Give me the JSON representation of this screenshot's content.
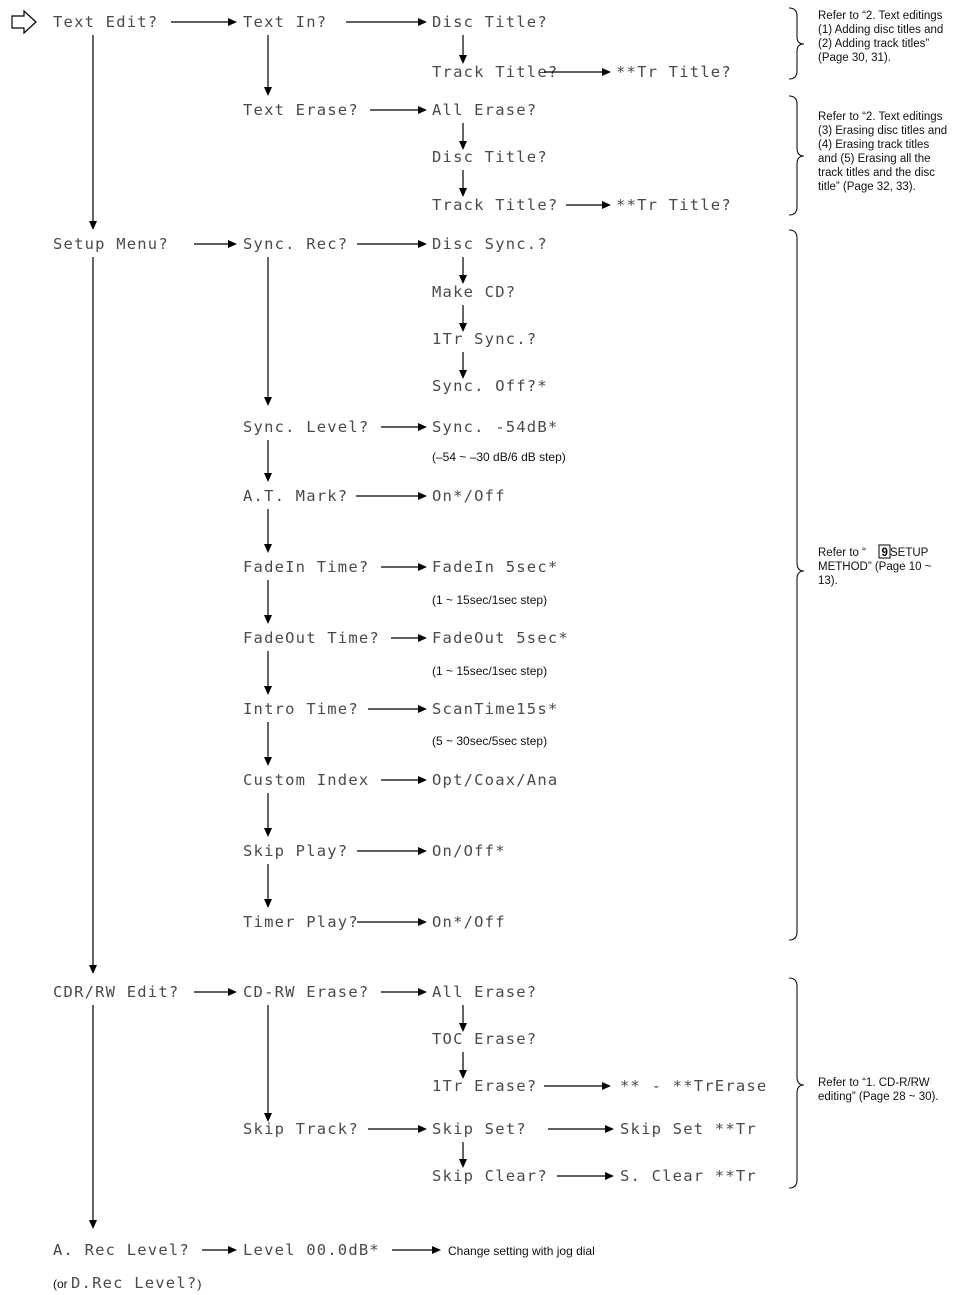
{
  "menu": {
    "text_edit": "Text Edit?",
    "text_in": "Text In?",
    "disc_title_1": "Disc Title?",
    "track_title_1": "Track Title?",
    "tr_title_1": "**Tr Title?",
    "text_erase": "Text Erase?",
    "all_erase_1": "All Erase?",
    "disc_title_2": "Disc Title?",
    "track_title_2": "Track Title?",
    "tr_title_2": "**Tr Title?",
    "setup_menu": "Setup Menu?",
    "sync_rec": "Sync. Rec?",
    "disc_sync": "Disc Sync.?",
    "make_cd": "Make CD?",
    "one_tr_sync": "1Tr Sync.?",
    "sync_off": "Sync. Off?*",
    "sync_level": "Sync. Level?",
    "sync_level_value": "Sync. -54dB*",
    "sync_level_range": "(–54 ~ –30 dB/6 dB step)",
    "at_mark": "A.T. Mark?",
    "at_mark_value": "On*/Off",
    "fadein_time": "FadeIn Time?",
    "fadein_value": "FadeIn 5sec*",
    "fadein_range": "(1 ~ 15sec/1sec step)",
    "fadeout_time": "FadeOut Time?",
    "fadeout_value": "FadeOut 5sec*",
    "fadeout_range": "(1 ~ 15sec/1sec step)",
    "intro_time": "Intro Time?",
    "intro_value": "ScanTime15s*",
    "intro_range": "(5 ~ 30sec/5sec step)",
    "custom_index": "Custom Index",
    "custom_index_value": "Opt/Coax/Ana",
    "skip_play": "Skip Play?",
    "skip_play_value": "On/Off*",
    "timer_play": "Timer Play?",
    "timer_play_value": "On*/Off",
    "cdrw_edit": "CDR/RW Edit?",
    "cdrw_erase": "CD-RW Erase?",
    "all_erase_2": "All Erase?",
    "toc_erase": "TOC Erase?",
    "one_tr_erase": "1Tr Erase?",
    "tr_erase_value": "** - **TrErase",
    "skip_track": "Skip Track?",
    "skip_set": "Skip Set?",
    "skip_set_value": "Skip Set **Tr",
    "skip_clear": "Skip Clear?",
    "skip_clear_value": "S. Clear **Tr",
    "rec_level": "A. Rec Level?",
    "rec_level_value": "Level 00.0dB*",
    "rec_level_note": "Change setting with jog dial",
    "rec_level_alt_prefix": "(or ",
    "rec_level_alt": "D.Rec Level?",
    "rec_level_alt_suffix": ")"
  },
  "notes": {
    "text_in": [
      "Refer to “2. Text editings",
      "(1) Adding disc titles and",
      "(2) Adding track titles”",
      "(Page 30, 31)."
    ],
    "text_erase": [
      "Refer to “2. Text editings",
      "(3) Erasing disc titles and",
      "(4) Erasing track titles",
      "and (5) Erasing all the",
      "track titles and the disc",
      "title” (Page 32, 33)."
    ],
    "setup_prefix": "Refer to “",
    "setup_num": "9",
    "setup_suffix": " SETUP",
    "setup_lines": [
      "METHOD” (Page 10 ~",
      "13)."
    ],
    "cdrw": [
      "Refer to “1. CD-R/RW",
      "editing” (Page 28 ~ 30)."
    ]
  }
}
